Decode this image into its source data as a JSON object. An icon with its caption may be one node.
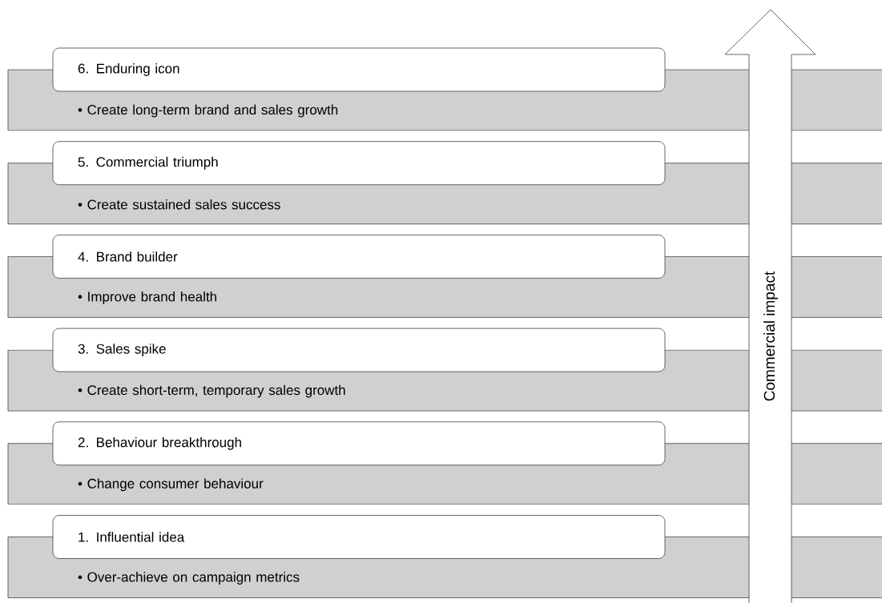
{
  "diagram": {
    "nodes": [
      {
        "text": [
          "6. Enduring icon"
        ]
      },
      {
        "text": [
          "• Create long-term brand and sales growth"
        ]
      },
      {
        "text": [
          "5. Commercial triumph"
        ]
      },
      {
        "text": [
          "• Create sustained sales success"
        ]
      },
      {
        "text": [
          "4. Brand builder"
        ]
      },
      {
        "text": [
          "• Improve brand health"
        ]
      },
      {
        "text": [
          "3. Sales spike"
        ]
      },
      {
        "text": [
          "• Create short-term, temporary sales growth"
        ]
      },
      {
        "text": [
          "2. Behaviour breakthrough"
        ]
      },
      {
        "text": [
          "• Change consumer behaviour"
        ]
      },
      {
        "text": [
          "1. Influential idea"
        ]
      },
      {
        "text": [
          "• Over-achieve on campaign metrics"
        ]
      },
      {
        "text": [
          "Commercial impact"
        ]
      }
    ]
  }
}
